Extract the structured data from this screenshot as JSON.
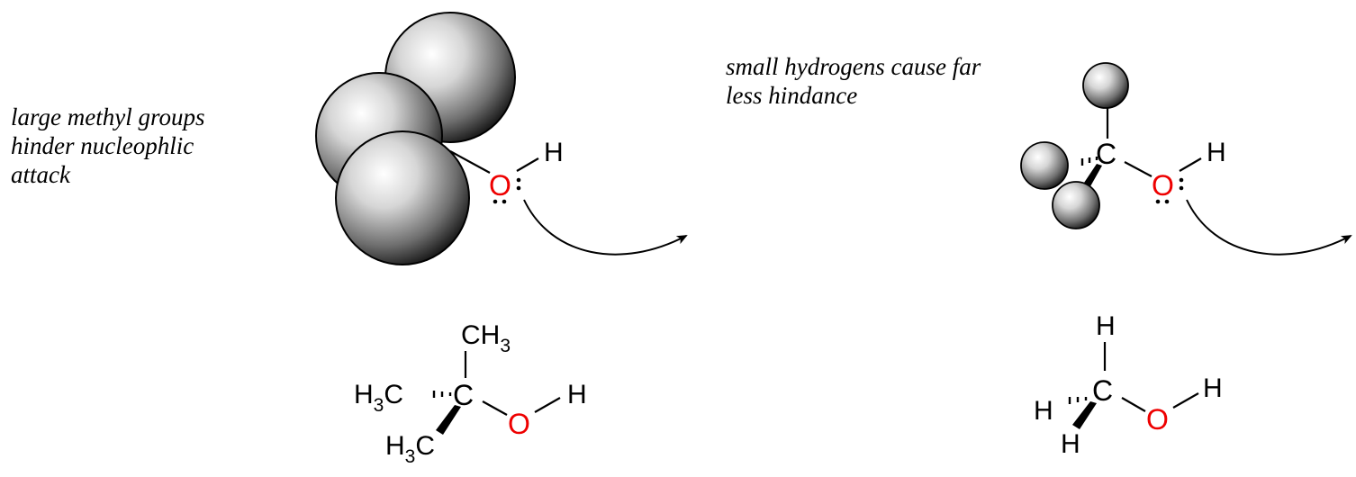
{
  "captions": {
    "left": [
      "large methyl groups",
      "hinder nucleophlic",
      "attack"
    ],
    "right": [
      "small hydrogens cause far",
      "less hindance"
    ]
  },
  "left_model": {
    "oxygen": "O",
    "hydrogen": "H"
  },
  "right_model": {
    "carbon": "C",
    "oxygen": "O",
    "hydrogen": "H"
  },
  "left_structure": {
    "top_group": "CH",
    "top_sub": "3",
    "left_group_a": "H",
    "left_group_sub": "3",
    "left_group_b": "C",
    "bottom_group_a": "H",
    "bottom_group_sub": "3",
    "bottom_group_b": "C",
    "carbon": "C",
    "oxygen": "O",
    "hydrogen": "H"
  },
  "right_structure": {
    "top_h": "H",
    "left_h": "H",
    "bottom_h": "H",
    "carbon": "C",
    "oxygen": "O",
    "hydrogen": "H"
  },
  "colors": {
    "oxygen": "#ee0000",
    "ink": "#000000"
  }
}
